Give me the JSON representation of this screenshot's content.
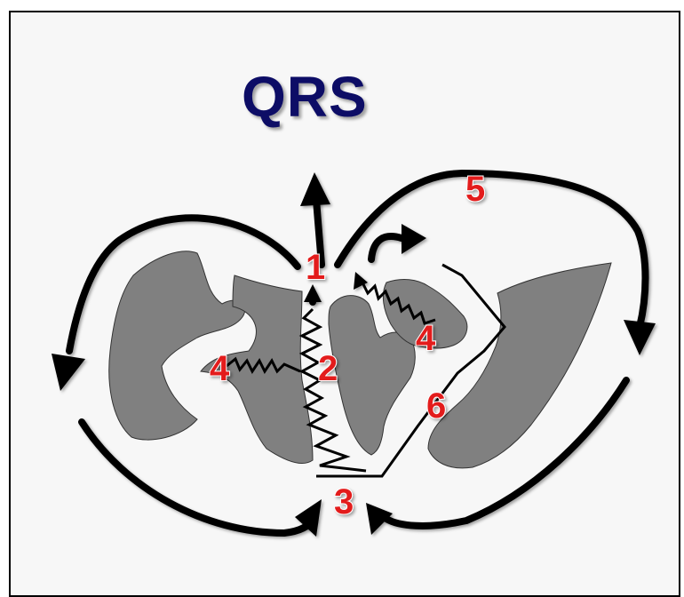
{
  "title": "QRS",
  "labels": {
    "l1": "1",
    "l2": "2",
    "l3": "3",
    "l4a": "4",
    "l4b": "4",
    "l5": "5",
    "l6": "6"
  },
  "colors": {
    "title": "#0d0d66",
    "label": "#e31c1c",
    "myocardium": "#808080",
    "arrows": "#000000",
    "background": "#f7f7f7"
  }
}
